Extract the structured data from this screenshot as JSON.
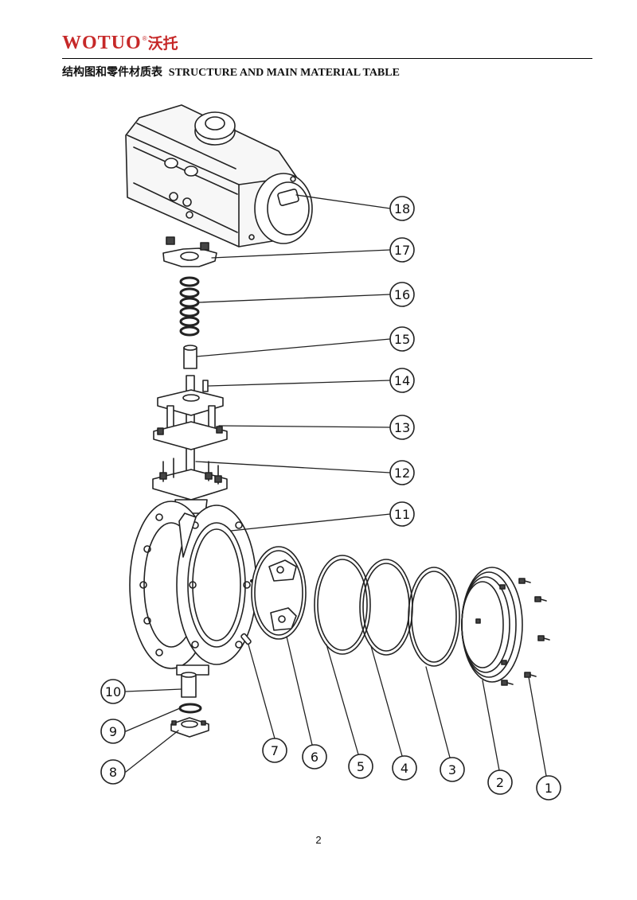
{
  "header": {
    "brand_en": "WOTUO",
    "brand_reg": "®",
    "brand_cn": "沃托",
    "title_cn": "结构图和零件材质表",
    "title_en": "STRUCTURE AND MAIN MATERIAL TABLE",
    "brand_color": "#c62828"
  },
  "callouts": [
    "18",
    "17",
    "16",
    "15",
    "14",
    "13",
    "12",
    "11",
    "10",
    "9",
    "8",
    "7",
    "6",
    "5",
    "4",
    "3",
    "2",
    "1"
  ],
  "page_number": "2"
}
